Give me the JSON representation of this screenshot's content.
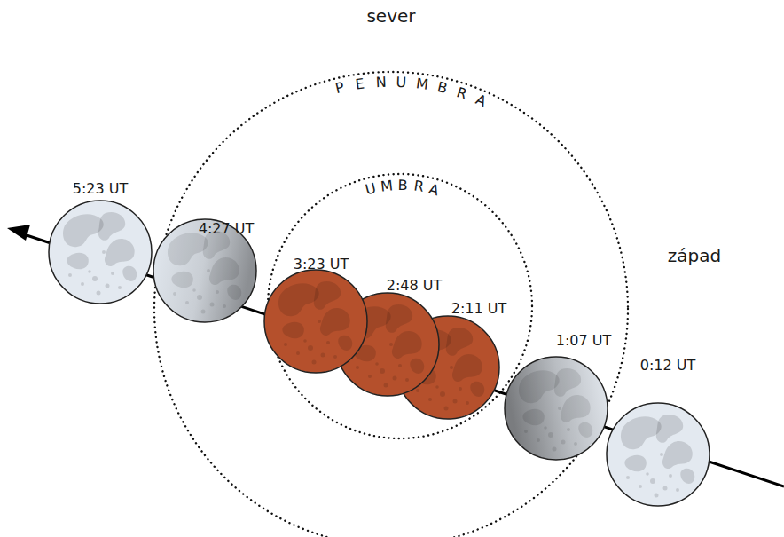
{
  "diagram": {
    "nodes": [
      {
        "text": [
          "PENUMBRA"
        ]
      },
      {
        "text": [
          "UMBRA"
        ],
        "in": 0
      }
    ],
    "labels": [
      "sever",
      "západ",
      "5:23 UT",
      "4:27 UT",
      "3:23 UT",
      "2:48 UT",
      "2:11 UT",
      "1:07 UT",
      "0:12 UT"
    ]
  }
}
